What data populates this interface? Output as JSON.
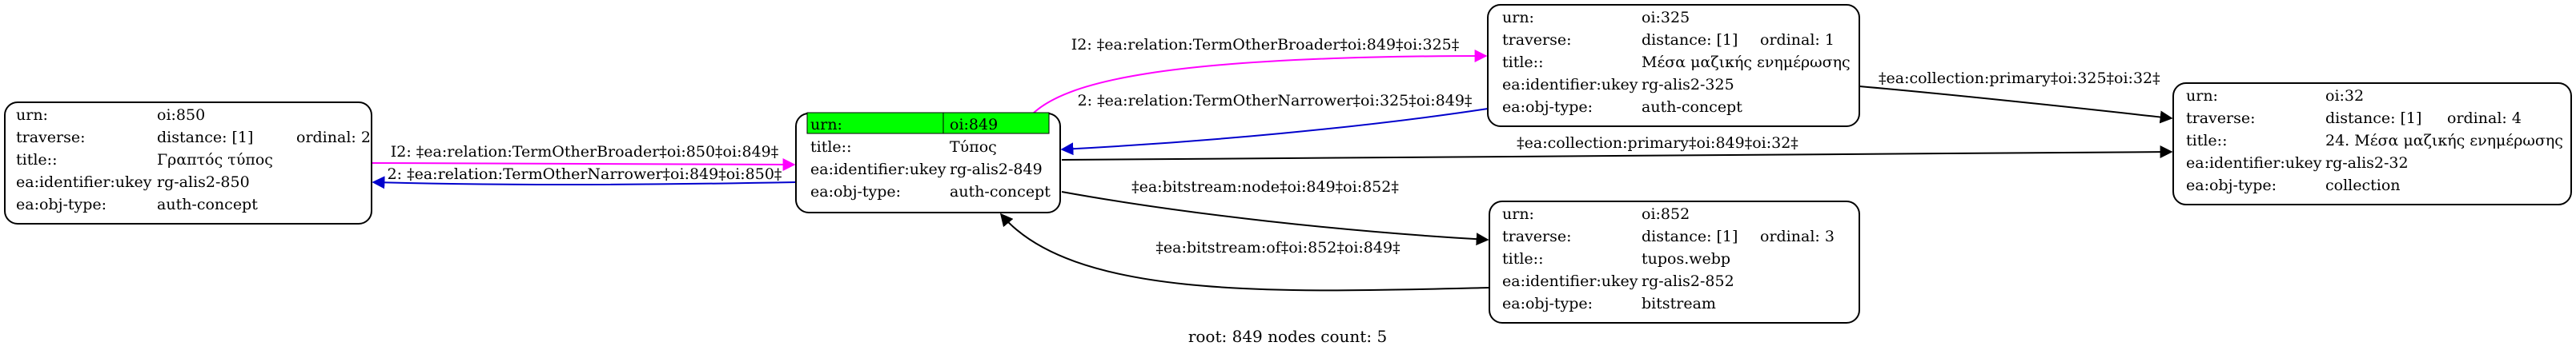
{
  "caption": "root: 849 nodes count: 5",
  "colors": {
    "broader": "#ff00ff",
    "narrower": "#0000cc",
    "default_edge": "#000000",
    "root_highlight": "#00ff00"
  },
  "nodes": [
    {
      "id": "oi:850",
      "rows": [
        {
          "k": "urn:",
          "v": "oi:850"
        },
        {
          "k": "traverse:",
          "v": "distance: [1]",
          "extra": "ordinal: 2"
        },
        {
          "k": "title::",
          "v": "Γραπτός τύπος"
        },
        {
          "k": "ea:identifier:ukey",
          "v": "rg-alis2-850"
        },
        {
          "k": "ea:obj-type:",
          "v": "auth-concept"
        }
      ]
    },
    {
      "id": "oi:849",
      "root": true,
      "rows": [
        {
          "k": "urn:",
          "v": "oi:849"
        },
        {
          "k": "title::",
          "v": "Τύπος"
        },
        {
          "k": "ea:identifier:ukey",
          "v": "rg-alis2-849"
        },
        {
          "k": "ea:obj-type:",
          "v": "auth-concept"
        }
      ]
    },
    {
      "id": "oi:325",
      "rows": [
        {
          "k": "urn:",
          "v": "oi:325"
        },
        {
          "k": "traverse:",
          "v": "distance: [1]",
          "extra": "ordinal: 1"
        },
        {
          "k": "title::",
          "v": "Μέσα μαζικής ενημέρωσης"
        },
        {
          "k": "ea:identifier:ukey",
          "v": "rg-alis2-325"
        },
        {
          "k": "ea:obj-type:",
          "v": "auth-concept"
        }
      ]
    },
    {
      "id": "oi:852",
      "rows": [
        {
          "k": "urn:",
          "v": "oi:852"
        },
        {
          "k": "traverse:",
          "v": "distance: [1]",
          "extra": "ordinal: 3"
        },
        {
          "k": "title::",
          "v": "tupos.webp"
        },
        {
          "k": "ea:identifier:ukey",
          "v": "rg-alis2-852"
        },
        {
          "k": "ea:obj-type:",
          "v": "bitstream"
        }
      ]
    },
    {
      "id": "oi:32",
      "rows": [
        {
          "k": "urn:",
          "v": "oi:32"
        },
        {
          "k": "traverse:",
          "v": "distance: [1]",
          "extra": "ordinal: 4"
        },
        {
          "k": "title::",
          "v": "24. Μέσα μαζικής ενημέρωσης"
        },
        {
          "k": "ea:identifier:ukey",
          "v": "rg-alis2-32"
        },
        {
          "k": "ea:obj-type:",
          "v": "collection"
        }
      ]
    }
  ],
  "edges": [
    {
      "name": "edge-849-broader-325",
      "from": "oi:849",
      "to": "oi:325",
      "kind": "broader",
      "label": "I2: ‡ea:relation:TermOtherBroader‡oi:849‡oi:325‡"
    },
    {
      "name": "edge-325-narrower-849",
      "from": "oi:325",
      "to": "oi:849",
      "kind": "narrower",
      "label": "2: ‡ea:relation:TermOtherNarrower‡oi:325‡oi:849‡"
    },
    {
      "name": "edge-850-broader-849",
      "from": "oi:850",
      "to": "oi:849",
      "kind": "broader",
      "label": "I2: ‡ea:relation:TermOtherBroader‡oi:850‡oi:849‡"
    },
    {
      "name": "edge-849-narrower-850",
      "from": "oi:849",
      "to": "oi:850",
      "kind": "narrower",
      "label": "2: ‡ea:relation:TermOtherNarrower‡oi:849‡oi:850‡"
    },
    {
      "name": "edge-325-primary-32",
      "from": "oi:325",
      "to": "oi:32",
      "kind": "default_edge",
      "label": "‡ea:collection:primary‡oi:325‡oi:32‡"
    },
    {
      "name": "edge-849-primary-32",
      "from": "oi:849",
      "to": "oi:32",
      "kind": "default_edge",
      "label": "‡ea:collection:primary‡oi:849‡oi:32‡"
    },
    {
      "name": "edge-849-bitstream-852",
      "from": "oi:849",
      "to": "oi:852",
      "kind": "default_edge",
      "label": "‡ea:bitstream:node‡oi:849‡oi:852‡"
    },
    {
      "name": "edge-852-bitstreamof-849",
      "from": "oi:852",
      "to": "oi:849",
      "kind": "default_edge",
      "label": "‡ea:bitstream:of‡oi:852‡oi:849‡"
    }
  ]
}
